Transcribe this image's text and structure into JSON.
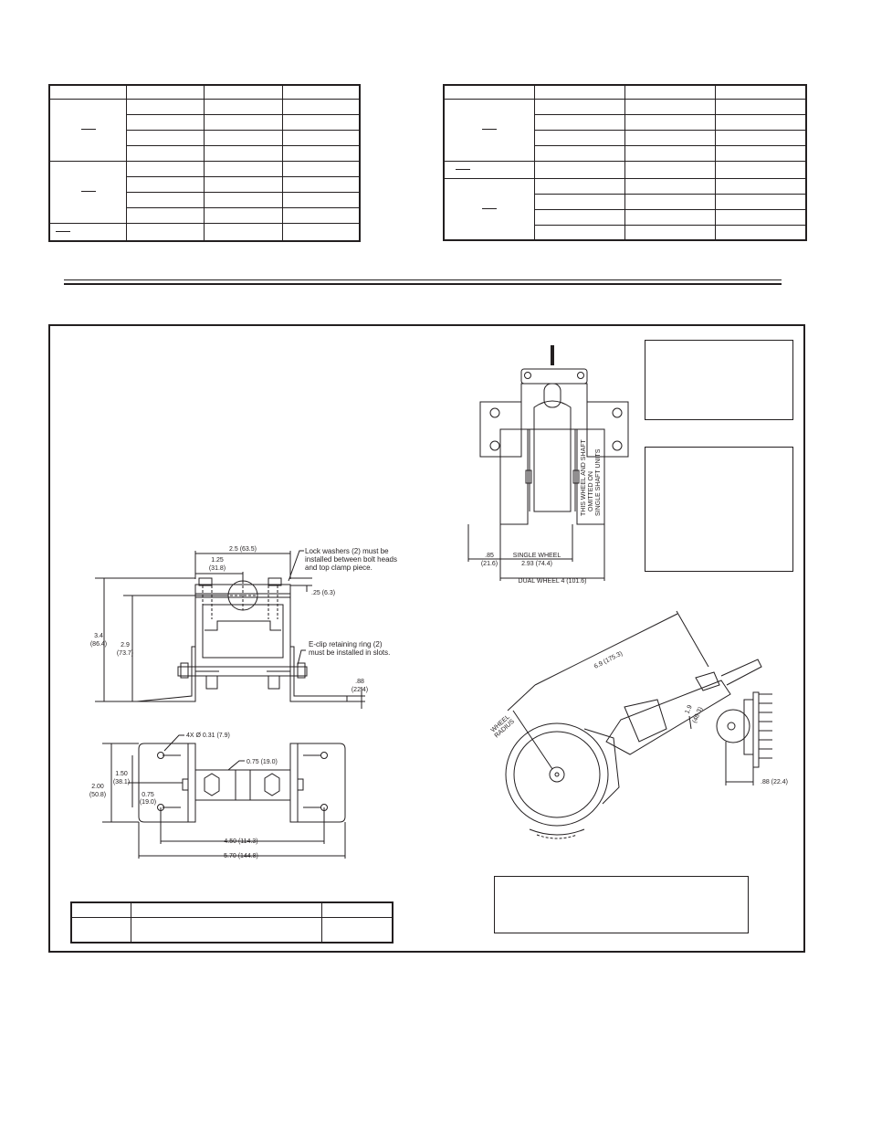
{
  "drawing_front": {
    "dim_width_top": "2.5 (63.5)",
    "dim_center_a": "1.25",
    "dim_center_b": "(31.8)",
    "note_lock_1": "Lock washers (2) must be",
    "note_lock_2": "installed between bolt heads",
    "note_lock_3": "and top clamp piece.",
    "dim_bolt": ".25 (6.3)",
    "dim_h1_a": "3.4",
    "dim_h1_b": "(86.4)",
    "dim_h2_a": "2.9",
    "dim_h2_b": "(73.7)",
    "note_eclip_1": "E-clip retaining ring (2)",
    "note_eclip_2": "must be installed in slots.",
    "dim_foot_a": ".88",
    "dim_foot_b": "(22.4)"
  },
  "drawing_plan": {
    "holes": "4X Ø 0.31 (7.9)",
    "dim_clamp": "0.75 (19.0)",
    "dim_slot_a": "1.50",
    "dim_slot_b": "(38.1)",
    "dim_depth_a": "2.00",
    "dim_depth_b": "(50.8)",
    "dim_off_a": "0.75",
    "dim_off_b": "(19.0)",
    "dim_holes_w": "4.50 (114.3)",
    "dim_total_w": "5.70 (144.8)"
  },
  "drawing_wheels": {
    "omit_1": "THIS WHEEL AND SHAFT",
    "omit_2": "OMITTED ON",
    "omit_3": "SINGLE SHAFT UNITS",
    "dim_edge_a": ".85",
    "dim_edge_b": "(21.6)",
    "single_label": "SINGLE WHEEL",
    "single_val": "2.93 (74.4)",
    "dual": "DUAL WHEEL 4 (101.6)"
  },
  "drawing_side": {
    "length": "6.9  (175.3)",
    "radius_1": "WHEEL",
    "radius_2": "RADIUS",
    "offset_a": "1.9",
    "offset_b": "(48.3)",
    "base": ".88 (22.4)"
  }
}
